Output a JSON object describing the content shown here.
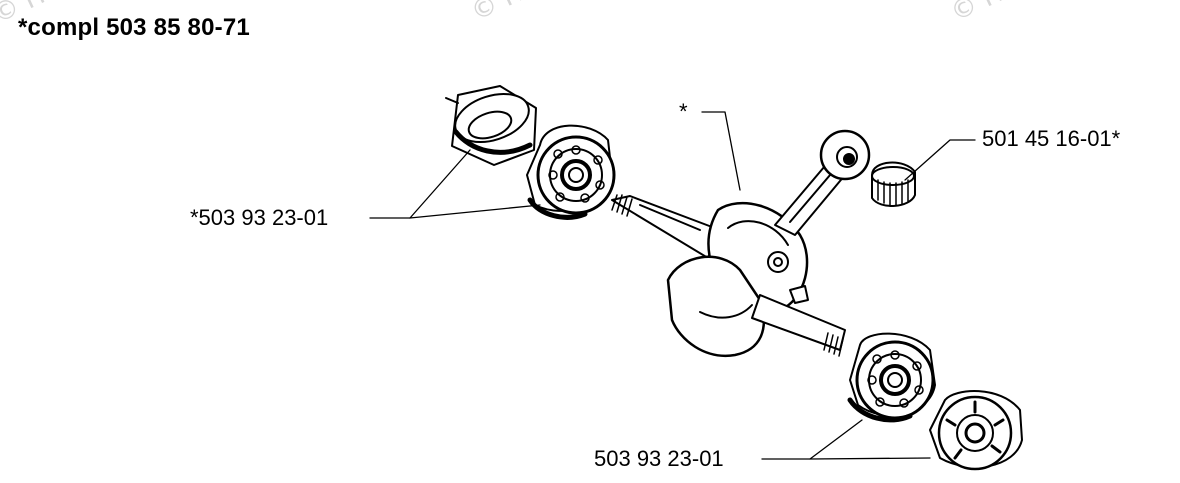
{
  "title": "*compl 503 85 80-71",
  "watermark": {
    "left_fragment": "© H",
    "center_fragment": "© Hi",
    "right_fragment": "© H"
  },
  "callouts": {
    "crankshaft_marker": "*",
    "needle_bearing": "501 45 16-01*",
    "upper_bearing_pair": "*503 93 23-01",
    "lower_bearing_pair": "503 93 23-01"
  },
  "colors": {
    "line": "#000000",
    "background": "#ffffff",
    "watermark": "#d6d6d6"
  }
}
